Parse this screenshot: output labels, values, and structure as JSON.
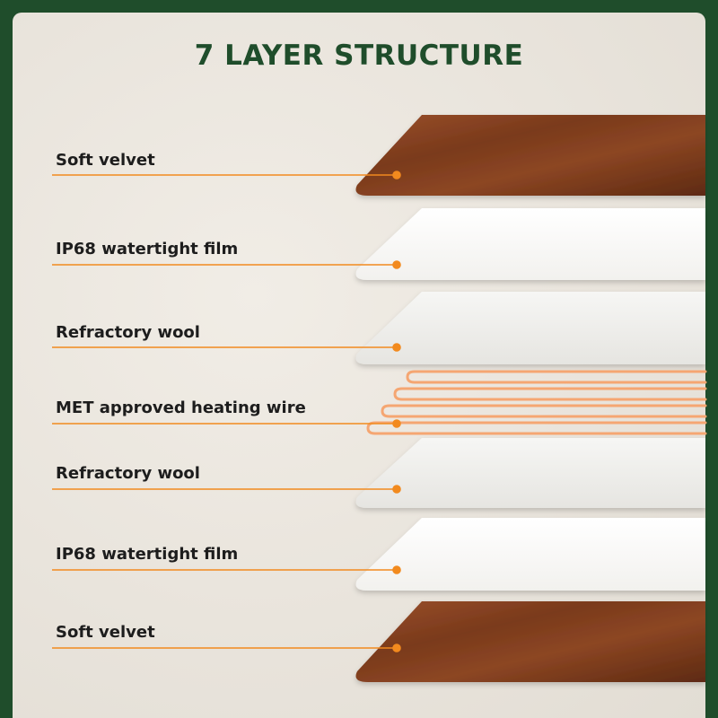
{
  "title": "7 LAYER STRUCTURE",
  "layers": [
    {
      "label": "Soft velvet",
      "material": "velvet"
    },
    {
      "label": "IP68 watertight film",
      "material": "film"
    },
    {
      "label": "Refractory wool",
      "material": "wool"
    },
    {
      "label": "MET approved heating wire",
      "material": "wire"
    },
    {
      "label": "Refractory wool",
      "material": "wool"
    },
    {
      "label": "IP68 watertight film",
      "material": "film"
    },
    {
      "label": "Soft velvet",
      "material": "velvet"
    }
  ],
  "colors": {
    "frame": "#1f4d2b",
    "title": "#1f4d2b",
    "leader_line": "#f28a1e",
    "velvet": "#7a3a1c",
    "film": "#fbfbfa",
    "wool": "#f2f2f0",
    "wire": "#f5a672"
  }
}
